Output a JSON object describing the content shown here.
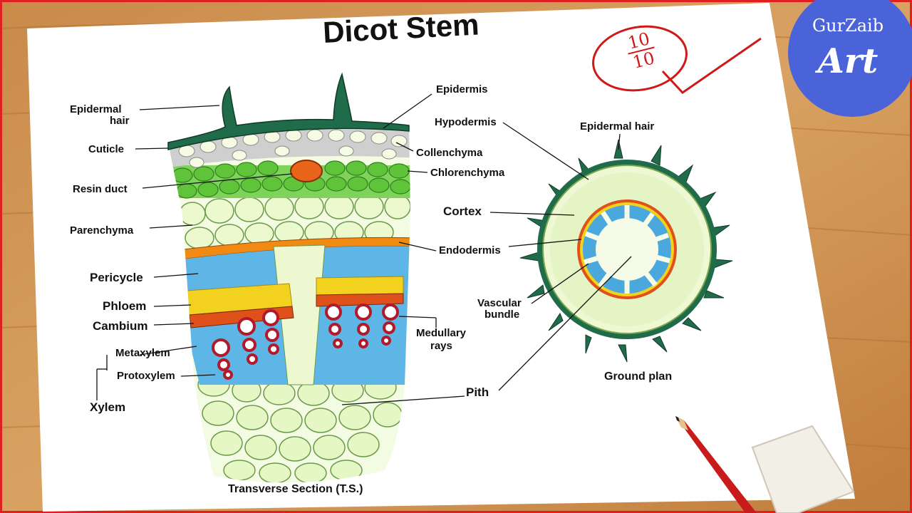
{
  "title": "Dicot Stem",
  "brand": {
    "top": "GurZaib",
    "bottom": "Art"
  },
  "score": {
    "numerator": "10",
    "denominator": "10"
  },
  "ts": {
    "caption": "Transverse Section (T.S.)",
    "labels": {
      "epidermal_hair": [
        "Epidermal",
        "hair"
      ],
      "epidermis": "Epidermis",
      "cuticle": "Cuticle",
      "collenchyma": "Collenchyma",
      "chlorenchyma": "Chlorenchyma",
      "resin_duct": "Resin duct",
      "parenchyma": "Parenchyma",
      "endodermis": "Endodermis",
      "pericycle": "Pericycle",
      "phloem": "Phloem",
      "cambium": "Cambium",
      "medullary_rays": [
        "Medullary",
        "rays"
      ],
      "metaxylem": "Metaxylem",
      "protoxylem": "Protoxylem",
      "xylem": "Xylem",
      "pith": "Pith"
    }
  },
  "ground_plan": {
    "caption": "Ground plan",
    "labels": {
      "hypodermis": "Hypodermis",
      "epidermal_hair": "Epidermal hair",
      "cortex": "Cortex",
      "vascular_bundle": [
        "Vascular",
        "bundle"
      ]
    }
  },
  "colors": {
    "epidermis": "#1f6b4a",
    "collenchyma": "#c9c9c9",
    "chlorenchyma": "#5fc43a",
    "parenchyma": "#e8f7c8",
    "endodermis": "#f08a12",
    "phloem_yellow": "#f2d21e",
    "cambium": "#e0501a",
    "xylem_blue": "#4aa8dc",
    "resin_duct": "#e8641a",
    "score_red": "#d01818",
    "brand_blue": "#4b63d8"
  }
}
